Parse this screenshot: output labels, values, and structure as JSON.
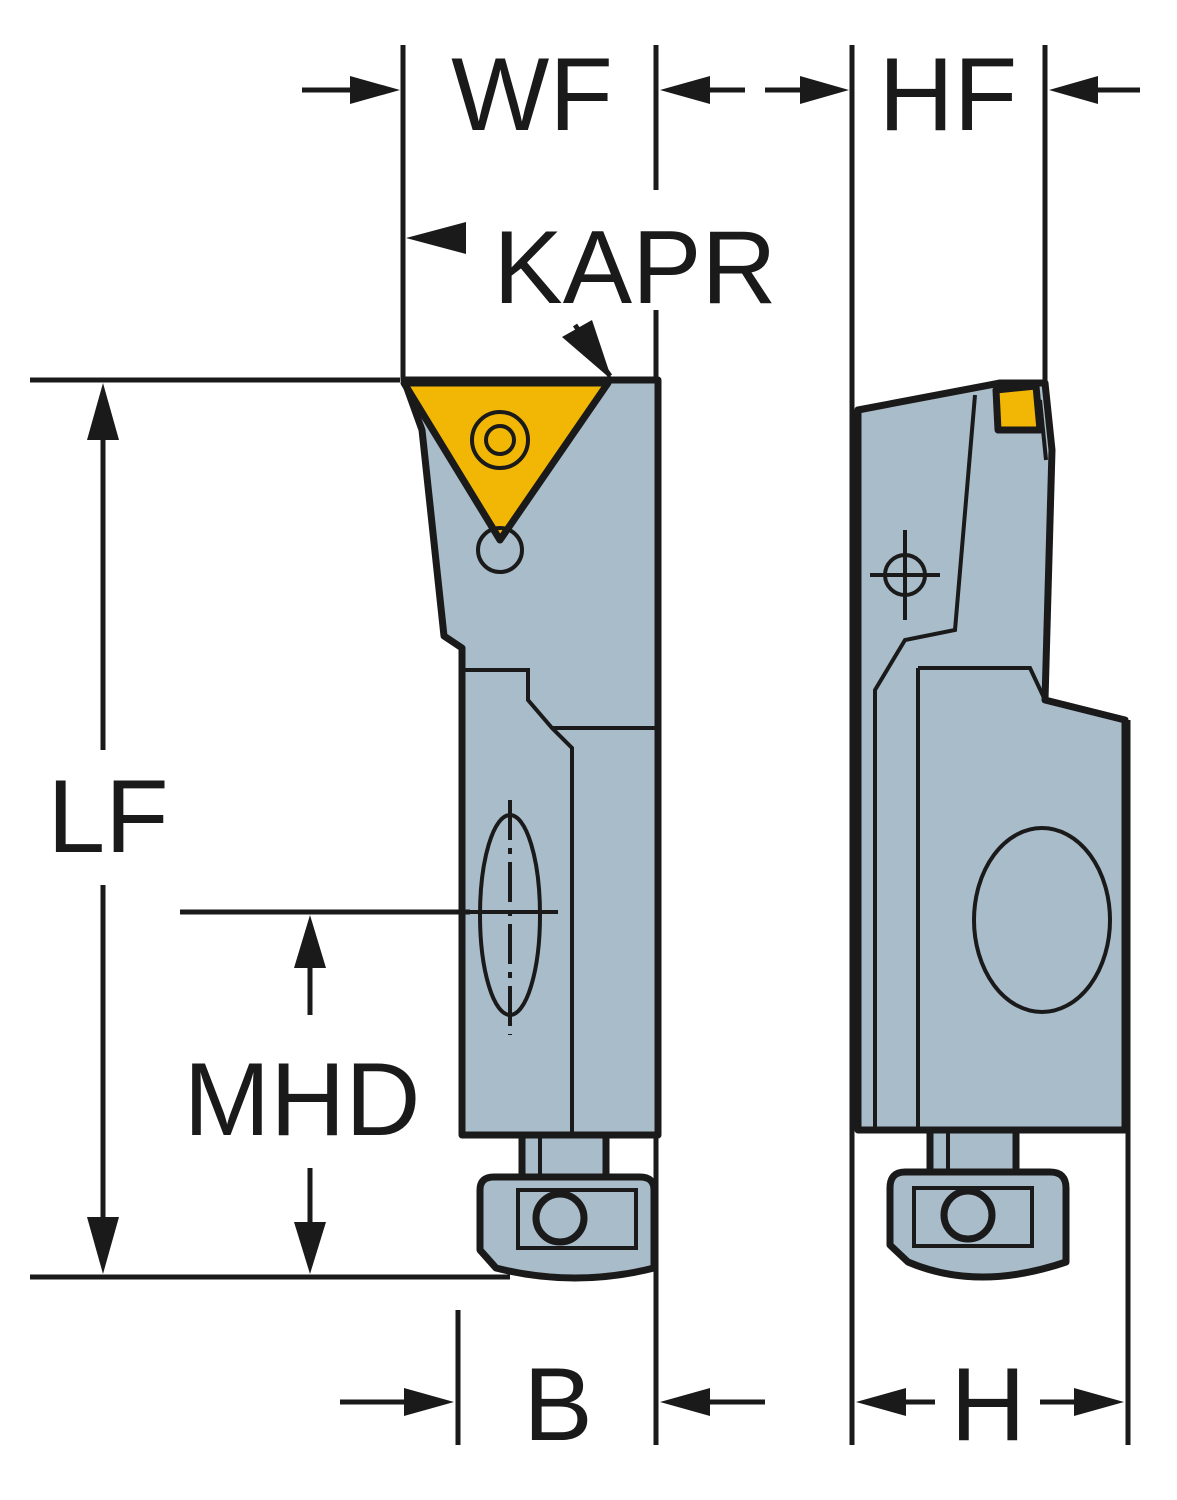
{
  "labels": {
    "wf": "WF",
    "hf": "HF",
    "kapr": "KAPR",
    "lf": "LF",
    "mhd": "MHD",
    "b": "B",
    "h": "H"
  },
  "colors": {
    "body": "#a9bcc9",
    "insert": "#f2b705",
    "line": "#1a1a1a",
    "background": "#ffffff"
  }
}
